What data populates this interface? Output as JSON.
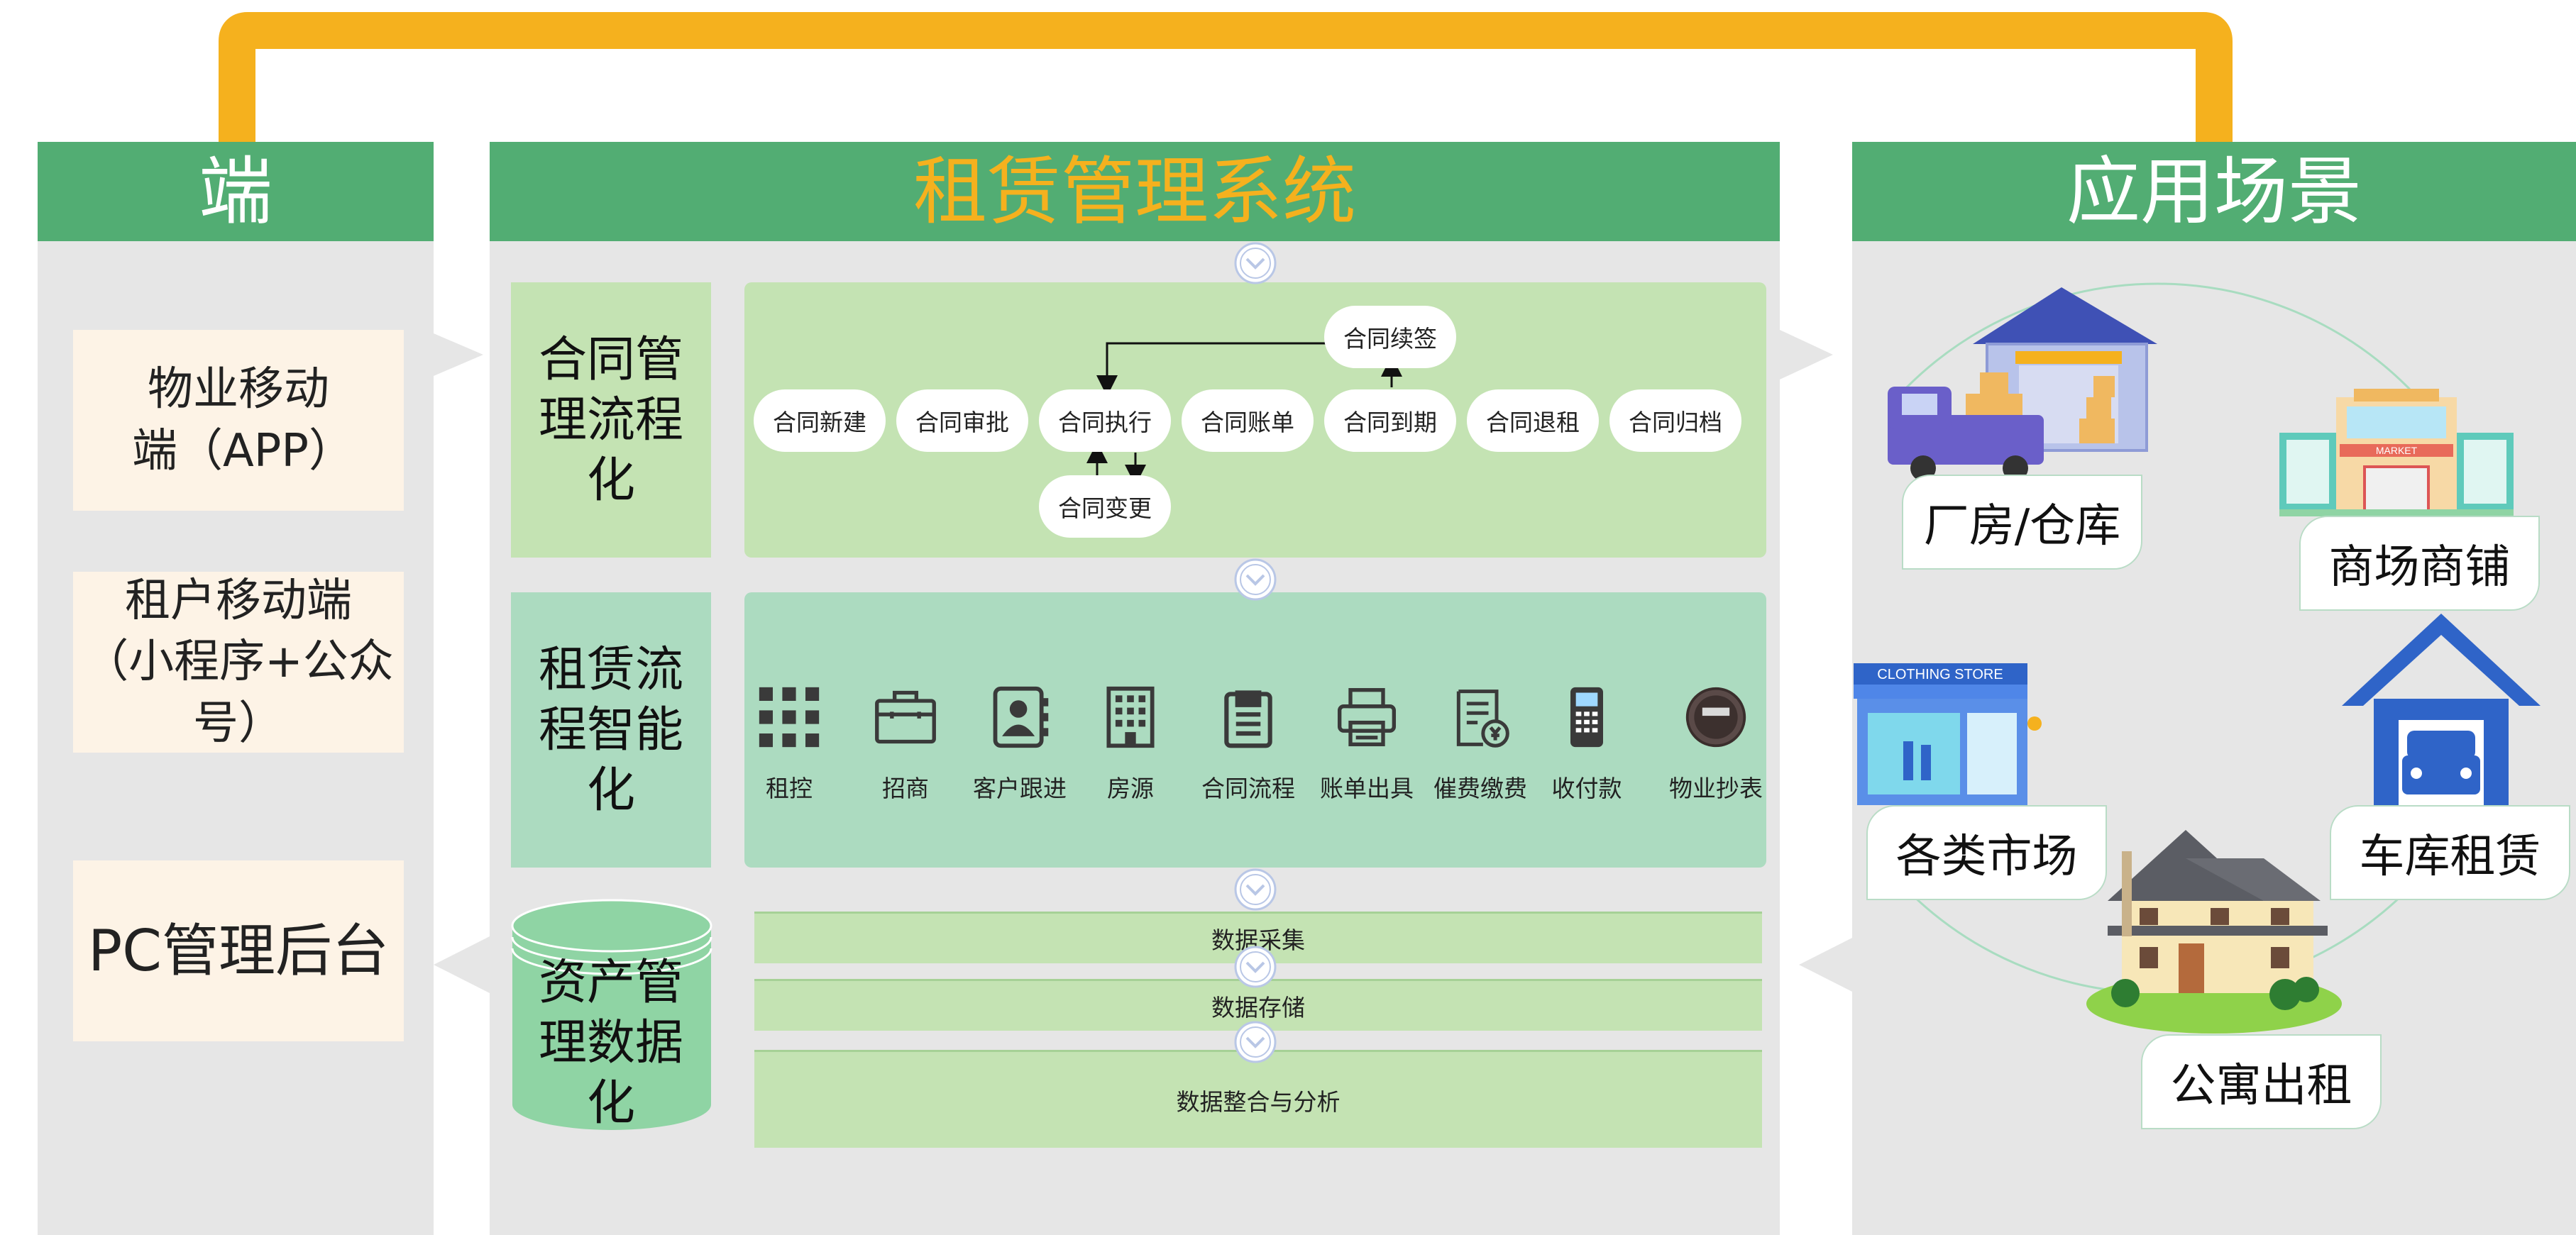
{
  "colors": {
    "header": "#52ad73",
    "accent": "#f5b11e",
    "panel": "#e6e6e6",
    "card": "#fdf3e6",
    "light_green": "#c4e3b3",
    "mid_green": "#acdbc0",
    "cylinder": "#8fd4a4"
  },
  "left": {
    "title": "端",
    "cards": [
      "物业移动端（APP）",
      "租户移动端（小程序+公众号）",
      "PC管理后台"
    ]
  },
  "center": {
    "title": "租赁管理系统",
    "row1": {
      "label": "合同管理流程化",
      "steps": [
        "合同新建",
        "合同审批",
        "合同执行",
        "合同账单",
        "合同到期",
        "合同退租",
        "合同归档"
      ],
      "renew": "合同续签",
      "change": "合同变更"
    },
    "row2": {
      "label": "租赁流程智能化",
      "tools": [
        {
          "label": "租控",
          "icon": "grid-icon"
        },
        {
          "label": "招商",
          "icon": "briefcase-icon"
        },
        {
          "label": "客户跟进",
          "icon": "contact-book-icon"
        },
        {
          "label": "房源",
          "icon": "building-icon"
        },
        {
          "label": "合同流程",
          "icon": "clipboard-icon"
        },
        {
          "label": "账单出具",
          "icon": "printer-icon"
        },
        {
          "label": "催费缴费",
          "icon": "invoice-icon"
        },
        {
          "label": "收付款",
          "icon": "pos-terminal-icon"
        },
        {
          "label": "物业抄表",
          "icon": "meter-icon"
        }
      ]
    },
    "row3": {
      "label": "资产管理数据化",
      "layers": [
        "数据采集",
        "数据存储",
        "数据整合与分析"
      ]
    }
  },
  "right": {
    "title": "应用场景",
    "scenes": [
      "厂房/仓库",
      "商场商铺",
      "各类市场",
      "车库租赁",
      "公寓出租"
    ],
    "store_sign": "CLOTHING STORE",
    "market_sign": "MARKET"
  }
}
